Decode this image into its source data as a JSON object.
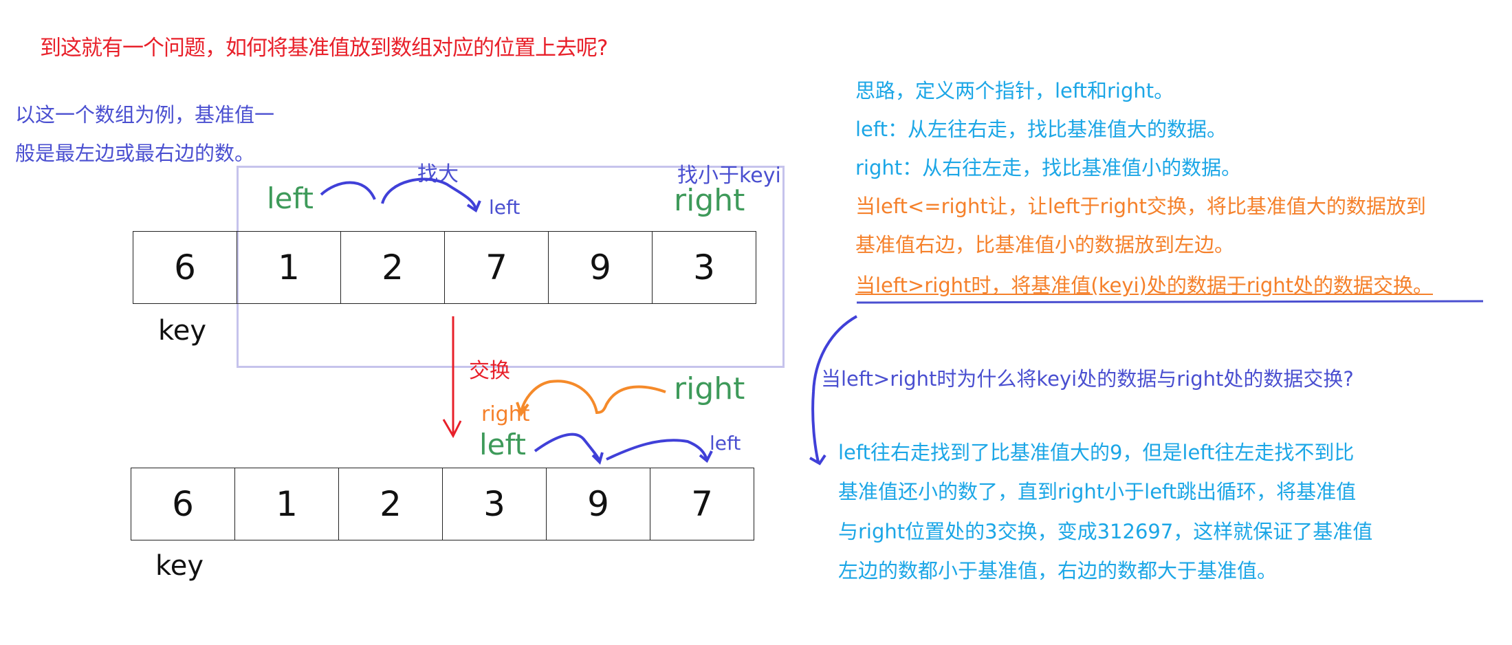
{
  "title": "到这就有一个问题，如何将基准值放到数组对应的位置上去呢?",
  "intro": {
    "line1": "以这一个数组为例，基准值一",
    "line2": "般是最左边或最右边的数。"
  },
  "top_diagram": {
    "label_find_big": "找大",
    "label_find_small": "找小于keyi",
    "left_label": "left",
    "left_moved_label": "left",
    "right_label": "right",
    "array": [
      "6",
      "1",
      "2",
      "7",
      "9",
      "3"
    ],
    "key_label": "key"
  },
  "swap_label": "交换",
  "bottom_diagram": {
    "right_label": "right",
    "right_moved_label": "right",
    "left_label": "left",
    "left_moved_label": "left",
    "array": [
      "6",
      "1",
      "2",
      "3",
      "9",
      "7"
    ],
    "key_label": "key"
  },
  "notes": {
    "line1": "思路，定义两个指针，left和right。",
    "line2": "left：从左往右走，找比基准值大的数据。",
    "line3": "right：从右往左走，找比基准值小的数据。",
    "line4": "当left<=right让，让left于right交换，将比基准值大的数据放到",
    "line5": "基准值右边，比基准值小的数据放到左边。",
    "line6": "当left>right时，将基准值(keyi)处的数据于right处的数据交换。"
  },
  "question": "当left>right时为什么将keyi处的数据与right处的数据交换?",
  "answer": {
    "line1": "left往右走找到了比基准值大的9，但是left往左走找不到比",
    "line2": "基准值还小的数了，直到right小于left跳出循环，将基准值",
    "line3": "与right位置处的3交换，变成312697，这样就保证了基准值",
    "line4": "左边的数都小于基准值，右边的数都大于基准值。"
  },
  "colors": {
    "red": "#e8202a",
    "purple": "#4a4fd0",
    "cyan": "#1ba6e6",
    "orange": "#f5802a",
    "green": "#3e9a5a",
    "box_border": "#c6c3ec"
  }
}
